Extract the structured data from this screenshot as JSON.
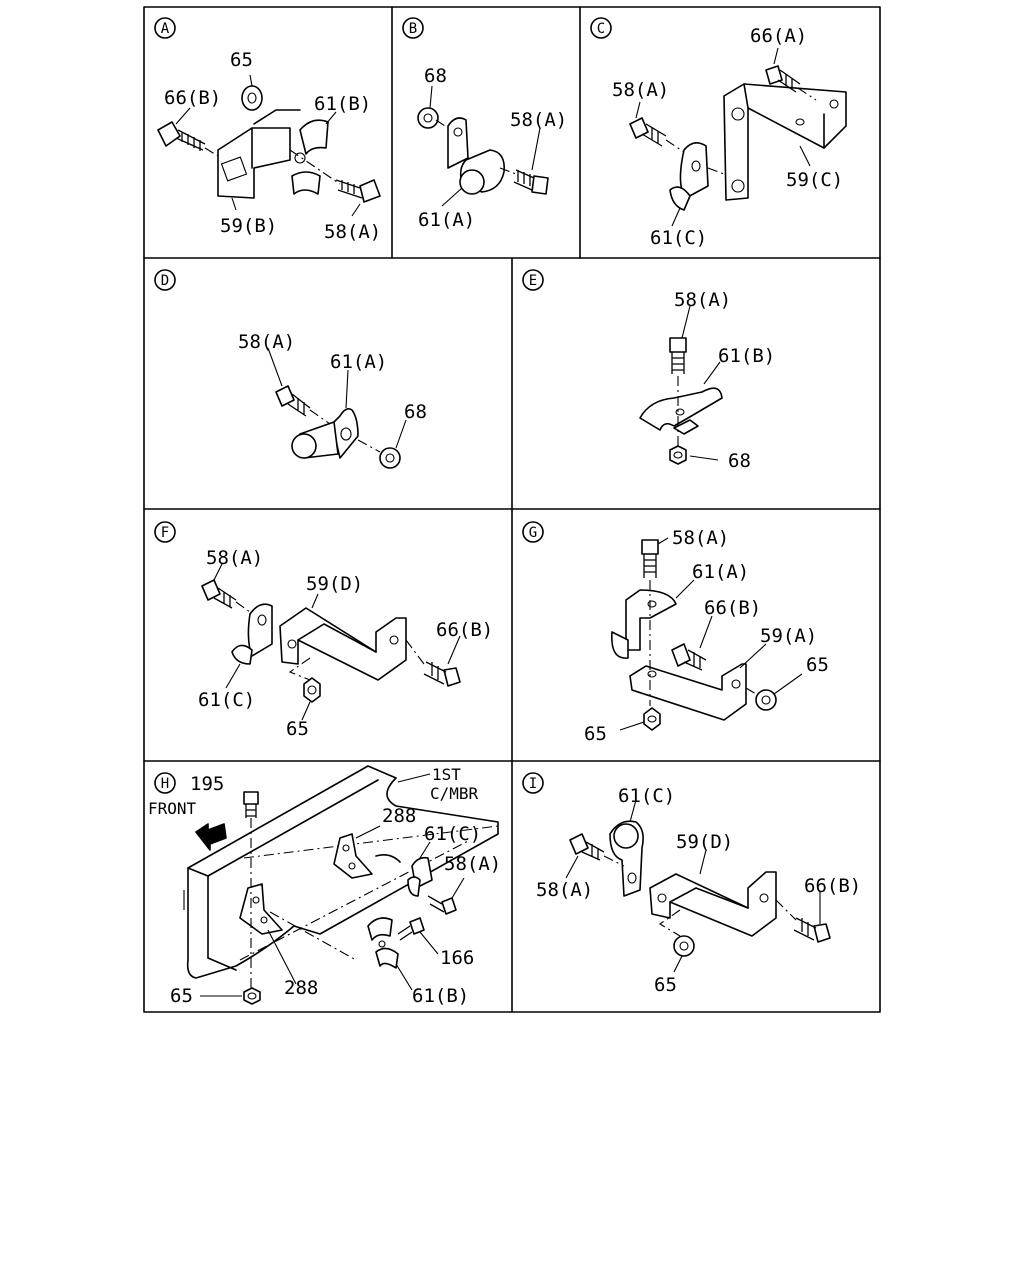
{
  "panels": [
    {
      "id": "A",
      "labels": [
        "65",
        "66(B)",
        "61(B)",
        "59(B)",
        "58(A)"
      ]
    },
    {
      "id": "B",
      "labels": [
        "68",
        "58(A)",
        "61(A)"
      ]
    },
    {
      "id": "C",
      "labels": [
        "66(A)",
        "58(A)",
        "59(C)",
        "61(C)"
      ]
    },
    {
      "id": "D",
      "labels": [
        "58(A)",
        "61(A)",
        "68"
      ]
    },
    {
      "id": "E",
      "labels": [
        "58(A)",
        "61(B)",
        "68"
      ]
    },
    {
      "id": "F",
      "labels": [
        "58(A)",
        "59(D)",
        "66(B)",
        "61(C)",
        "65"
      ]
    },
    {
      "id": "G",
      "labels": [
        "58(A)",
        "61(A)",
        "66(B)",
        "59(A)",
        "65",
        "65"
      ]
    },
    {
      "id": "H",
      "labels": [
        "195",
        "FRONT",
        "1ST",
        "C/MBR",
        "288",
        "61(C)",
        "58(A)",
        "166",
        "288",
        "65",
        "61(B)"
      ]
    },
    {
      "id": "I",
      "labels": [
        "61(C)",
        "59(D)",
        "58(A)",
        "66(B)",
        "65"
      ]
    }
  ]
}
